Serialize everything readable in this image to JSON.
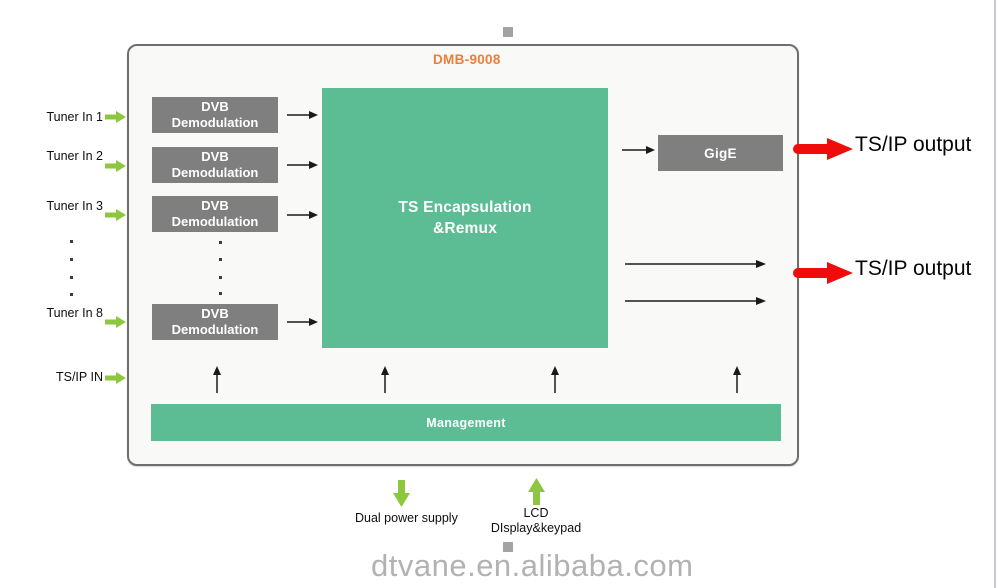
{
  "diagram": {
    "title": "DMB-9008",
    "inputs": [
      {
        "label": "Tuner In 1"
      },
      {
        "label": "Tuner In 2"
      },
      {
        "label": "Tuner In 3"
      },
      {
        "label": "Tuner In 8"
      },
      {
        "label": "TS/IP IN"
      }
    ],
    "demod_box": {
      "line1": "DVB",
      "line2": "Demodulation"
    },
    "core_box": {
      "line1": "TS Encapsulation",
      "line2": "&Remux"
    },
    "gige_box": {
      "label": "GigE"
    },
    "outputs": [
      {
        "label": "TS/IP output"
      },
      {
        "label": "TS/IP output"
      }
    ],
    "management": {
      "label": "Management"
    },
    "bottom": {
      "power_label": "Dual power supply",
      "lcd_line1": "LCD",
      "lcd_line2": "DIsplay&keypad"
    },
    "colors": {
      "block_green": "#5cbc93",
      "block_gray": "#7f7f7f",
      "arrow_green": "#8dc63f",
      "arrow_red": "#f10c0c",
      "title_orange": "#ed7d3a"
    }
  },
  "page": {
    "watermark": "dtvane.en.alibaba.com"
  }
}
